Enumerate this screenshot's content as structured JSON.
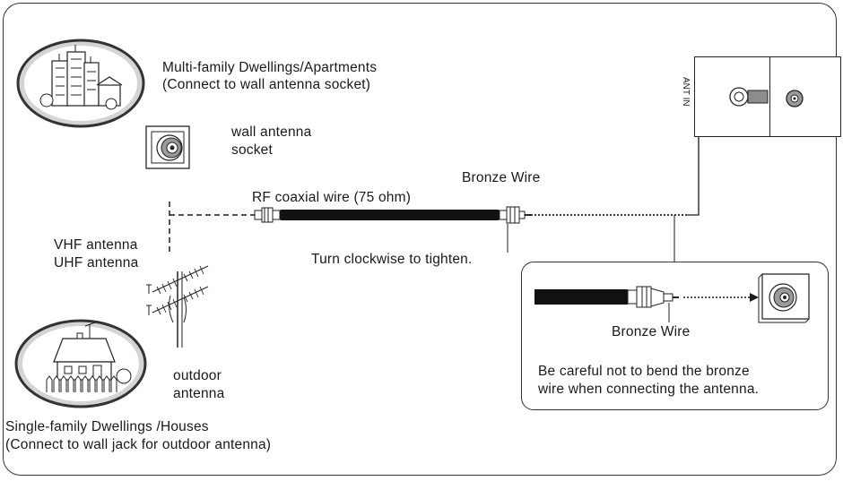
{
  "labels": {
    "multi_family_line1": "Multi-family Dwellings/Apartments",
    "multi_family_line2": "(Connect to wall antenna socket)",
    "wall_socket_line1": "wall antenna",
    "wall_socket_line2": "socket",
    "rf_coaxial": "RF coaxial wire (75 ohm)",
    "bronze_wire_top": "Bronze Wire",
    "turn_clockwise": "Turn clockwise to tighten.",
    "vhf": "VHF antenna",
    "uhf": "UHF antenna",
    "outdoor_line1": "outdoor",
    "outdoor_line2": "antenna",
    "single_family_line1": "Single-family Dwellings /Houses",
    "single_family_line2": "(Connect to wall jack for outdoor antenna)",
    "bronze_wire_detail": "Bronze Wire",
    "careful_line1": "Be careful not to bend the bronze",
    "careful_line2": "wire when connecting the antenna.",
    "ant_in": "ANT IN"
  },
  "colors": {
    "line": "#1a1a1a",
    "cable": "#111111",
    "oval_fill": "#d4d4d4",
    "socket_gray": "#9a9a9a"
  }
}
